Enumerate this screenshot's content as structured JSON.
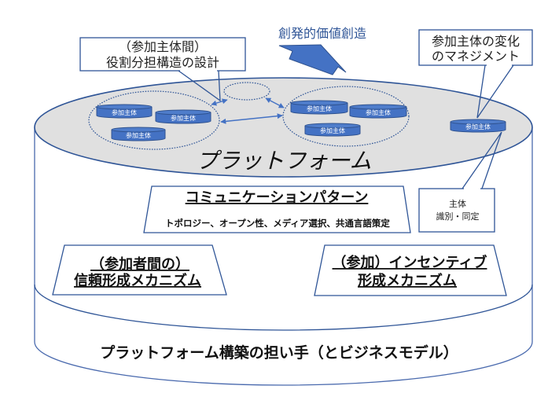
{
  "diagram": {
    "value_creation": "創発的価値創造",
    "platform_label": "プラットフォーム",
    "callouts": {
      "role_design": {
        "line1": "（参加主体間）",
        "line2": "役割分担構造の設計"
      },
      "participant_change": {
        "line1": "参加主体の変化",
        "line2": "のマネジメント"
      },
      "identification": {
        "line1": "主体",
        "line2": "識別・同定"
      }
    },
    "participant_clusters": [
      {
        "name": "left-cluster",
        "participants": [
          "参加主体",
          "参加主体",
          "参加主体"
        ]
      },
      {
        "name": "right-cluster",
        "participants": [
          "参加主体",
          "参加主体",
          "参加主体"
        ]
      }
    ],
    "standalone_participant": "参加主体",
    "communication_pattern": {
      "title": "コミュニケーションパターン",
      "detail": "トポロジー、オープン性、メディア選択、共通言語策定"
    },
    "trust_mechanism": {
      "line1": "（参加者間の）",
      "line2": "信頼形成メカニズム"
    },
    "incentive_mechanism": {
      "line1": "（参加）インセンティブ",
      "line2": "形成メカニズム"
    },
    "platform_builder": "プラットフォーム構築の担い手（とビジネスモデル）"
  },
  "colors": {
    "line": "#2F5597",
    "participant_fill": "#4472C4",
    "platform_fill": "#E0E0E0",
    "text": "#111111"
  }
}
